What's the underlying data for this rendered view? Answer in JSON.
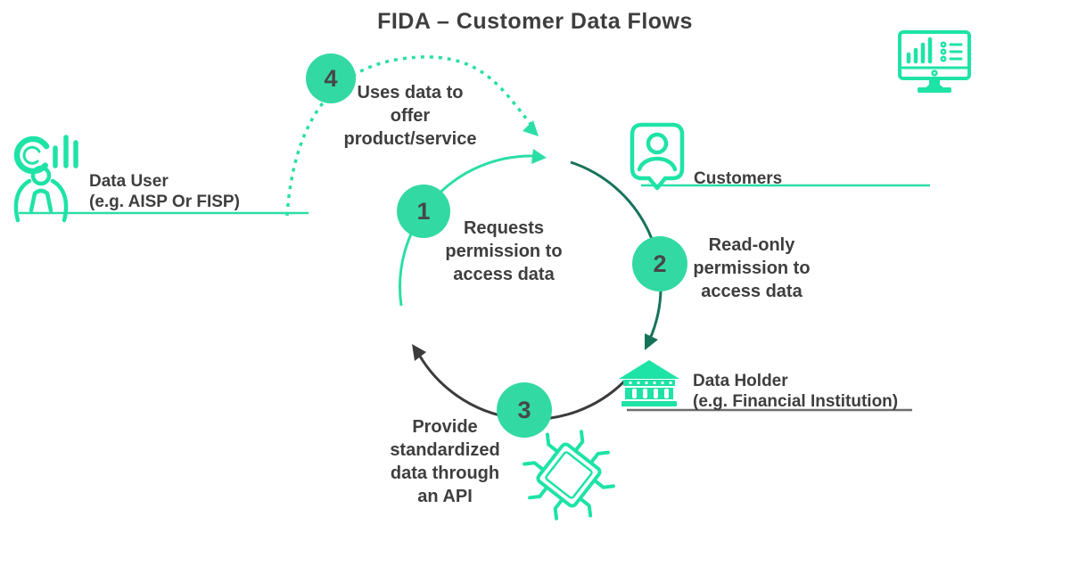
{
  "title": "FIDA – Customer Data Flows",
  "colors": {
    "teal": "#2BDEA6",
    "icon_green": "#1EE3A6",
    "circle_teal": "#33D9A2",
    "dark_green": "#15735A",
    "arc_gray": "#3C3C3C",
    "text": "#3E3E3E",
    "underline_gray": "#6E6E6E"
  },
  "entities": {
    "data_user": {
      "name": "Data User",
      "qualifier": "(e.g. AISP Or FISP)",
      "icon": "person-arms-raised-charts-icon"
    },
    "customers": {
      "name": "Customers",
      "icon": "customer-speech-bubble-icon"
    },
    "data_holder": {
      "name": "Data Holder",
      "qualifier": "(e.g. Financial Institution)",
      "icon": "bank-icon"
    },
    "analytics_monitor": {
      "icon": "monitor-analytics-icon"
    },
    "api_chip": {
      "icon": "api-chip-icon"
    }
  },
  "steps": [
    {
      "number": "1",
      "lines": [
        "Requests",
        "permission to",
        "access data"
      ]
    },
    {
      "number": "2",
      "lines": [
        "Read-only",
        "permission to",
        "access data"
      ]
    },
    {
      "number": "3",
      "lines": [
        "Provide",
        "standardized",
        "data through",
        "an API"
      ]
    },
    {
      "number": "4",
      "lines": [
        "Uses data to",
        "offer",
        "product/service"
      ]
    }
  ]
}
